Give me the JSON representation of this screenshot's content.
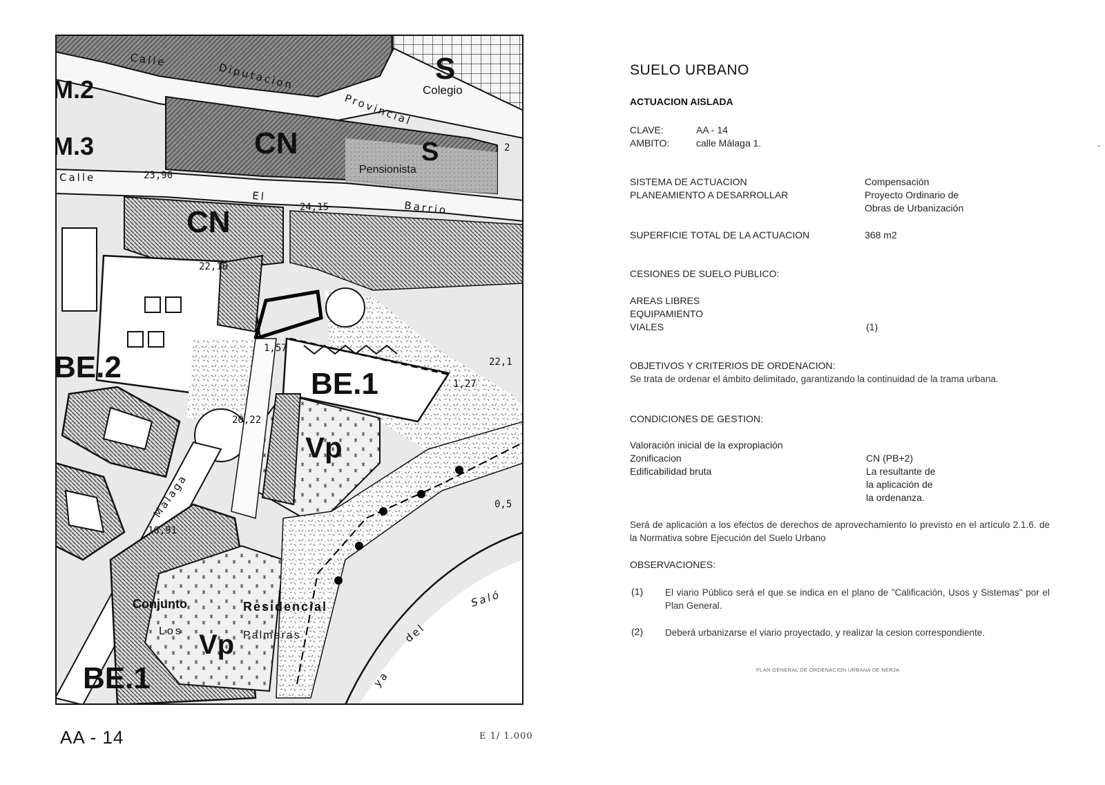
{
  "map": {
    "streets": {
      "calle": "Calle",
      "diputacion": "Diputacion",
      "provincial": "Provincial",
      "calle_left": "Calle",
      "el": "El",
      "barrio": "Barrio",
      "malaga": "Málaga",
      "paseo_del": "del",
      "paseo_ya": "ya",
      "salon": "Saló"
    },
    "zones": {
      "m2": "M.2",
      "m3": "M.3",
      "cn_top": "CN",
      "cn_mid": "CN",
      "s_top": "S",
      "s_mid": "S",
      "be2": "BE.2",
      "be1_center": "BE.1",
      "be1_bottom": "BE.1",
      "vp_center": "Vp",
      "vp_bottom": "Vp"
    },
    "labels": {
      "colegio": "Colegio",
      "pensionista": "Pensionista",
      "conjunto": "Conjunto",
      "residencial": "Residencial",
      "los": "Los",
      "palmeras": "Palmeras"
    },
    "elevations": [
      "23,90",
      "24,15",
      "22,10",
      "1,57",
      "20,22",
      "16,91",
      "1,27",
      "22,1",
      "0,5",
      "2"
    ]
  },
  "plan": {
    "code": "AA - 14",
    "scale": "E 1/ 1.000"
  },
  "sheet": {
    "title": "SUELO URBANO",
    "subtitle": "ACTUACION AISLADA",
    "clave_label": "CLAVE:",
    "clave_value": "AA - 14",
    "ambito_label": "AMBITO:",
    "ambito_value": "calle Málaga  1.",
    "sistema_label": "SISTEMA DE ACTUACION",
    "sistema_value": "Compensación",
    "planeamiento_label": "PLANEAMIENTO A DESARROLLAR",
    "planeamiento_value_1": "Proyecto Ordinario de",
    "planeamiento_value_2": "Obras de Urbanización",
    "superficie_label": "SUPERFICIE TOTAL DE LA ACTUACION",
    "superficie_value": "368 m2",
    "cesiones_label": "CESIONES DE SUELO PUBLICO:",
    "areas_libres": "AREAS LIBRES",
    "equipamiento": "EQUIPAMIENTO",
    "viales": "VIALES",
    "viales_value": "(1)",
    "objetivos_label": "OBJETIVOS Y CRITERIOS DE ORDENACION:",
    "objetivos_text": "Se trata de ordenar el ámbito delimitado, garantizando la continuidad de la trama urbana.",
    "condiciones_label": "CONDICIONES DE GESTION:",
    "valoracion": "Valoración inicial de la expropiación",
    "zonificacion": "Zonificacion",
    "zonificacion_value": "CN (PB+2)",
    "edificabilidad": "Edificabilidad bruta",
    "edif_value_1": "La resultante de",
    "edif_value_2": "la aplicación de",
    "edif_value_3": "la ordenanza.",
    "aplicacion_text": "Será de aplicación a los efectos de derechos de aprovechamiento lo previsto en el artículo 2.1.6. de la Normativa sobre Ejecución del Suelo Urbano",
    "observaciones_label": "OBSERVACIONES:",
    "obs1_num": "(1)",
    "obs1_text": "El viario Público será el que se indica  en el plano de \"Calificación, Usos y Sistemas\" por el Plan General.",
    "obs2_num": "(2)",
    "obs2_text": "Deberá urbanizarse el viario proyectado, y realizar la cesion correspondiente.",
    "footer": "PLAN GENERAL DE ORDENACION URBANA DE NERJA"
  }
}
